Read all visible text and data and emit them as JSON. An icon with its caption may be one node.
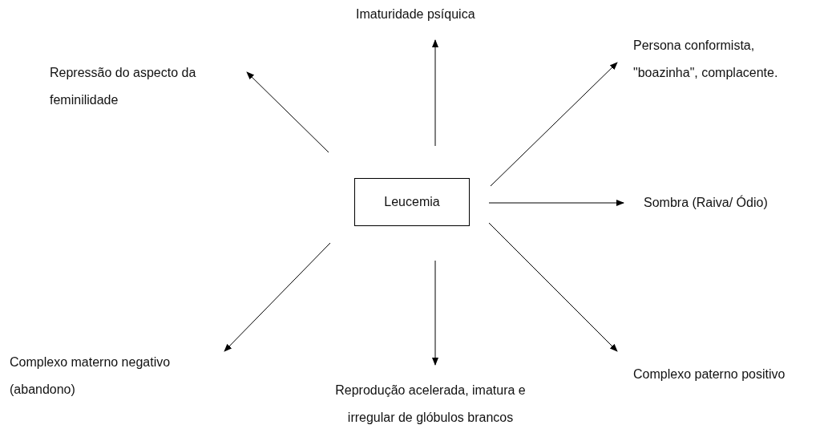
{
  "diagram": {
    "nodes": [
      {
        "text": [
          "Imaturidade psíquica"
        ]
      },
      {
        "text": [
          "Repressão do aspecto da feminilidade"
        ]
      },
      {
        "text": [
          "Persona conformista, \"boazinha\", complacente."
        ]
      },
      {
        "text": [
          "Leucemia"
        ]
      },
      {
        "text": [
          "Sombra (Raiva/ Ódio)"
        ]
      },
      {
        "text": [
          "Complexo materno negativo (abandono)"
        ]
      },
      {
        "text": [
          "Reprodução acelerada, imatura e irregular de glóbulos brancos"
        ]
      },
      {
        "text": [
          "Complexo paterno positivo"
        ]
      }
    ],
    "edges": [
      {
        "from": 3,
        "to": 0,
        "arrow": "to"
      },
      {
        "from": 3,
        "to": 1,
        "arrow": "to"
      },
      {
        "from": 3,
        "to": 2,
        "arrow": "to"
      },
      {
        "from": 3,
        "to": 4,
        "arrow": "to"
      },
      {
        "from": 3,
        "to": 5,
        "arrow": "to"
      },
      {
        "from": 3,
        "to": 6,
        "arrow": "to"
      },
      {
        "from": 3,
        "to": 7,
        "arrow": "to"
      }
    ]
  }
}
